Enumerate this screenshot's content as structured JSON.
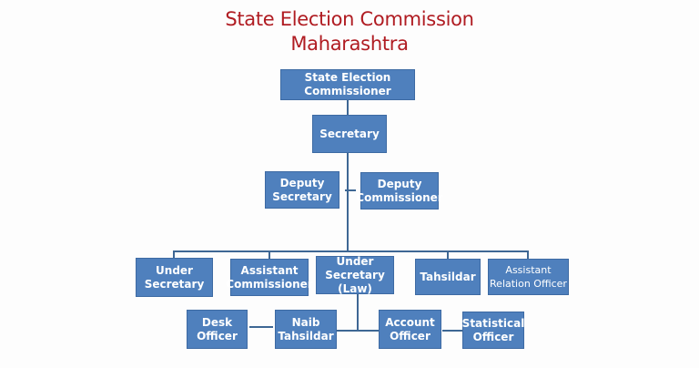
{
  "title": {
    "line1": "State Election Commission",
    "line2": "Maharashtra",
    "color": "#b01c22"
  },
  "box_color": "#4f80bd",
  "nodes": {
    "state_election_commissioner": "State Election\nCommissioner",
    "secretary": "Secretary",
    "deputy_secretary": "Deputy\nSecretary",
    "deputy_commissioner": "Deputy\nCommissioner",
    "under_secretary": "Under\nSecretary",
    "assistant_commissioner": "Assistant\nCommissioner",
    "under_secretary_law": "Under\nSecretary\n(Law)",
    "tahsildar": "Tahsildar",
    "assistant_relation_officer": "Assistant\nRelation Officer",
    "desk_officer": "Desk\nOfficer",
    "naib_tahsildar": "Naib\nTahsildar",
    "account_officer": "Account\nOfficer",
    "statistical_officer": "Statistical\nOfficer"
  }
}
